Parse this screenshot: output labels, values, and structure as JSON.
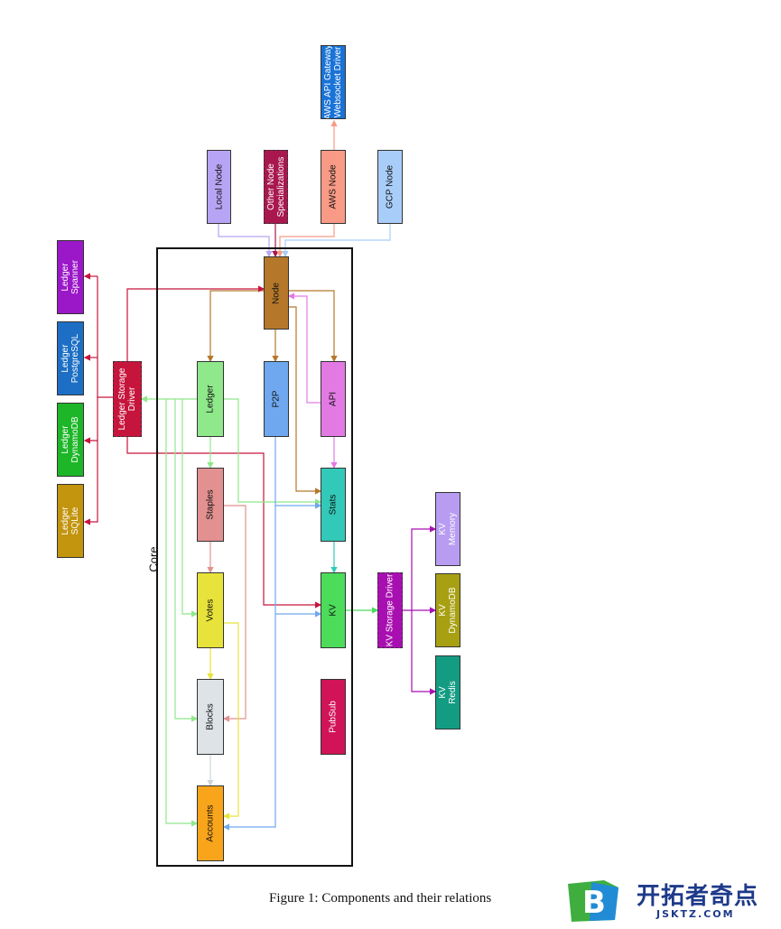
{
  "core_label": "Core",
  "caption": "Figure 1: Components and their relations",
  "logo": {
    "cn": "开拓者奇点",
    "url": "JSKTZ.COM",
    "mark": "B"
  },
  "nodes": {
    "aws_gateway": {
      "title": "AWS API Gateway",
      "title2": "Websocket Driver",
      "sub": "",
      "color": "#1a73d6"
    },
    "local_node": {
      "title": "Local Node",
      "sub": "",
      "color": "#b8a4f4"
    },
    "other_node": {
      "title": "Other Node",
      "title2": "Specializations",
      "sub": "",
      "color": "#a8184e"
    },
    "aws_node": {
      "title": "AWS Node",
      "sub": "",
      "color": "#f89a86"
    },
    "gcp_node": {
      "title": "GCP Node",
      "sub": "",
      "color": "#a9cdf9"
    },
    "node": {
      "title": "Node",
      "sub": "",
      "color": "#b5782a"
    },
    "ledger": {
      "title": "Ledger",
      "sub": "",
      "color": "#8fe88a"
    },
    "p2p": {
      "title": "P2P",
      "sub": "",
      "color": "#6fa8ef"
    },
    "api": {
      "title": "API",
      "sub": "",
      "color": "#e37ae3"
    },
    "staples": {
      "title": "Staples",
      "sub": "",
      "color": "#e29090"
    },
    "stats": {
      "title": "Stats",
      "sub": "",
      "color": "#33c9b8"
    },
    "votes": {
      "title": "Votes",
      "sub": "",
      "color": "#e8e33a"
    },
    "kv": {
      "title": "KV",
      "sub": "",
      "color": "#4cdc5a"
    },
    "blocks": {
      "title": "Blocks",
      "sub": "",
      "color": "#dde3e6"
    },
    "pubsub": {
      "title": "PubSub",
      "sub": "",
      "color": "#d01457"
    },
    "accounts": {
      "title": "Accounts",
      "sub": "",
      "color": "#f8a51c"
    },
    "ledger_storage": {
      "title": "Ledger Storage",
      "title2": "Driver",
      "sub": "",
      "color": "#c6153c"
    },
    "ledger_spanner": {
      "title": "Ledger",
      "title2": "Spanner",
      "sub": "",
      "color": "#9b18c8"
    },
    "ledger_postgres": {
      "title": "Ledger",
      "title2": "PostgreSQL",
      "sub": "",
      "color": "#1c6fc4"
    },
    "ledger_dynamo": {
      "title": "Ledger",
      "title2": "DynamoDB",
      "sub": "",
      "color": "#1db628"
    },
    "ledger_sqlite": {
      "title": "Ledger",
      "title2": "SQLite",
      "sub": "",
      "color": "#c3940e"
    },
    "kv_storage": {
      "title": "KV Storage Driver",
      "sub": "",
      "color": "#a80fb0"
    },
    "kv_memory": {
      "title": "KV",
      "title2": "Memory",
      "sub": "",
      "color": "#b79cf1"
    },
    "kv_dynamo": {
      "title": "KV",
      "title2": "DynamoDB",
      "sub": "",
      "color": "#a7a012"
    },
    "kv_redis": {
      "title": "KV",
      "title2": "Redis",
      "sub": "",
      "color": "#149c83"
    }
  }
}
